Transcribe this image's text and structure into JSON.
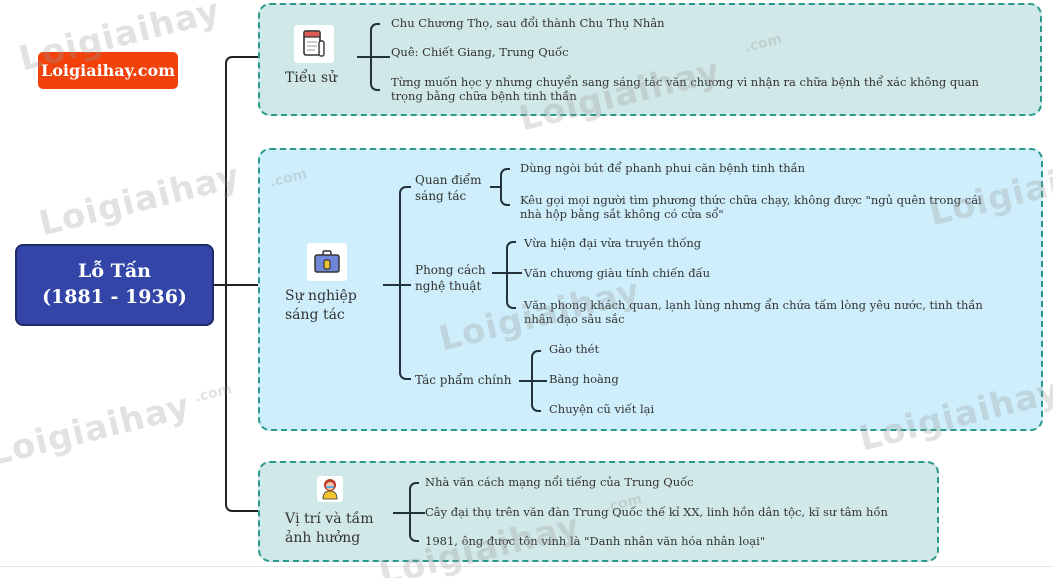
{
  "brand": {
    "label": "Loigiaihay.com",
    "color": "#f2410a"
  },
  "watermark": {
    "text": "Loigiaihay",
    "suffix": ".com"
  },
  "root": {
    "name": "Lỗ Tấn",
    "years": "(1881 - 1936)",
    "color": "#3346a7"
  },
  "branches": [
    {
      "topic": "Tiểu sử",
      "icon": "notebook-icon",
      "items": [
        "Chu Chương Thọ, sau đổi thành Chu Thụ Nhân",
        "Quê: Chiết Giang, Trung Quốc",
        "Từng muốn học y nhưng chuyển sang sáng tác văn chương vì nhận ra chữa bệnh thể xác không quan",
        "trọng bằng chữa bệnh tinh thần"
      ]
    },
    {
      "topic_line1": "Sự nghiệp",
      "topic_line2": "sáng tác",
      "icon": "briefcase-icon",
      "subtopics": [
        {
          "line1": "Quan điểm",
          "line2": "sáng tác",
          "items": [
            "Dùng ngòi bút để phanh phui căn bệnh tinh thần",
            "Kêu gọi mọi người tìm phương thức chữa chạy, không được \"ngủ quên trong cái",
            "nhà hộp bằng sắt không có cửa sổ\""
          ]
        },
        {
          "line1": "Phong cách",
          "line2": "nghệ thuật",
          "items": [
            "Vừa hiện đại vừa truyền thống",
            "Văn chương giàu tính chiến đấu",
            "Văn phong khách quan, lạnh lùng nhưng ẩn chứa tấm lòng yêu nước, tinh thần",
            "nhân đạo sâu sắc"
          ]
        },
        {
          "line1": "Tác phẩm chính",
          "items": [
            "Gào thét",
            "Bàng hoàng",
            "Chuyện cũ viết lại"
          ]
        }
      ]
    },
    {
      "topic_line1": "Vị trí và tầm",
      "topic_line2": "ảnh hưởng",
      "icon": "writer-icon",
      "items": [
        "Nhà văn cách mạng nổi tiếng của Trung Quốc",
        "Cây đại thụ trên văn đàn Trung Quốc thế kỉ XX, linh hồn dân tộc, kĩ sư tâm hồn",
        "1981, ông được tôn vinh là \"Danh nhân văn hóa nhân loại\""
      ]
    }
  ]
}
